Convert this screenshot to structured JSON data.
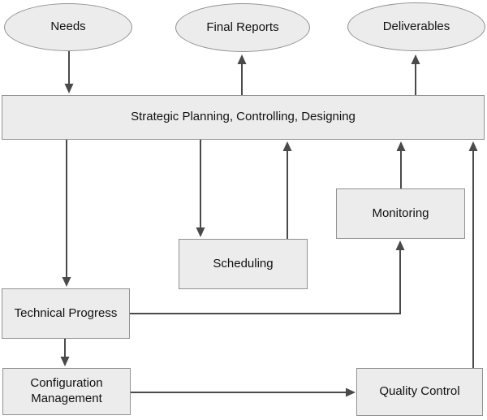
{
  "diagram": {
    "background_color": "#ffffff",
    "node_fill_color": "#ececec",
    "node_border_color": "#919191",
    "arrow_color": "#4a4a4a",
    "text_color": "#111111",
    "nodes": [
      {
        "id": "needs",
        "label": "Needs",
        "shape": "ellipse"
      },
      {
        "id": "final-reports",
        "label": "Final Reports",
        "shape": "ellipse"
      },
      {
        "id": "deliverables",
        "label": "Deliverables",
        "shape": "ellipse"
      },
      {
        "id": "strategic-planning",
        "label": "Strategic Planning, Controlling, Designing",
        "shape": "rect"
      },
      {
        "id": "monitoring",
        "label": "Monitoring",
        "shape": "rect"
      },
      {
        "id": "scheduling",
        "label": "Scheduling",
        "shape": "rect"
      },
      {
        "id": "technical-progress",
        "label": "Technical Progress",
        "shape": "rect"
      },
      {
        "id": "configuration-management",
        "label": "Configuration Management",
        "shape": "rect"
      },
      {
        "id": "quality-control",
        "label": "Quality Control",
        "shape": "rect"
      }
    ],
    "edges": [
      {
        "from": "needs",
        "to": "strategic-planning"
      },
      {
        "from": "strategic-planning",
        "to": "final-reports"
      },
      {
        "from": "strategic-planning",
        "to": "deliverables"
      },
      {
        "from": "strategic-planning",
        "to": "scheduling"
      },
      {
        "from": "scheduling",
        "to": "strategic-planning"
      },
      {
        "from": "monitoring",
        "to": "strategic-planning"
      },
      {
        "from": "quality-control",
        "to": "strategic-planning"
      },
      {
        "from": "strategic-planning",
        "to": "technical-progress"
      },
      {
        "from": "technical-progress",
        "to": "monitoring"
      },
      {
        "from": "technical-progress",
        "to": "configuration-management"
      },
      {
        "from": "configuration-management",
        "to": "quality-control"
      }
    ]
  }
}
